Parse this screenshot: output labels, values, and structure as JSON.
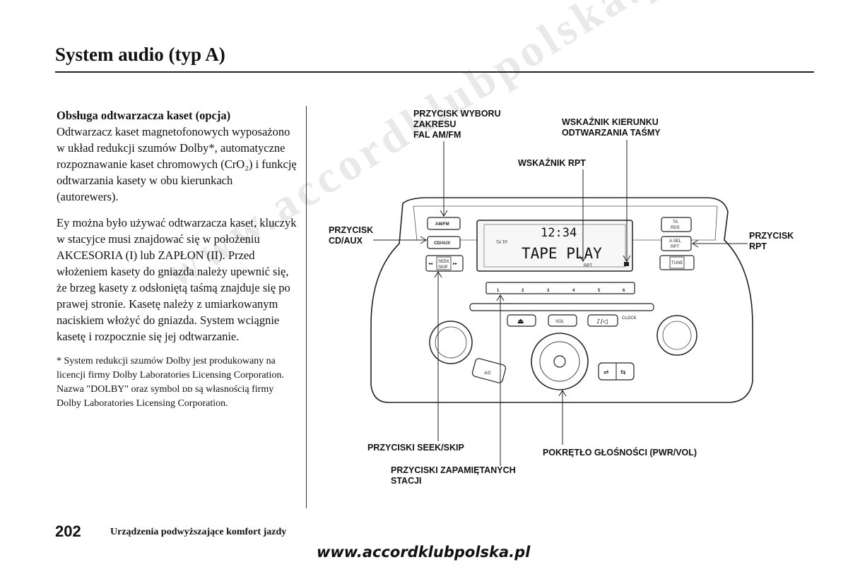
{
  "header": {
    "title": "System audio (typ A)"
  },
  "left_column": {
    "section_heading": "Obsługa odtwarzacza kaset (opcja)",
    "paragraph1": "Odtwarzacz kaset magnetofonowych wyposażono w układ redukcji szumów Dolby*, automatyczne rozpoznawanie kaset chromowych (CrO₂) i funkcję odtwarzania kasety w obu kierunkach (autorewers).",
    "paragraph2": "Ey można było używać odtwarzacza kaset, kluczyk w stacyjce musi znajdować się w położeniu AKCESORIA (I) lub ZAPŁON (II). Przed włożeniem kasety do gniazda należy upewnić się, że brzeg kasety z odsłoniętą taśmą znajduje się po prawej stronie. Kasetę należy z umiarkowanym naciskiem włożyć do gniazda. System wciągnie kasetę i rozpocznie się jej odtwarzanie.",
    "footnote": "* System redukcji szumów Dolby jest produkowany na licencji firmy Dolby Laboratories Licensing Corporation. Nazwa \"DOLBY\" oraz symbol ᴅᴅ są własnością firmy Dolby Laboratories Licensing Corporation."
  },
  "diagram": {
    "callouts": {
      "band_line1": "PRZYCISK WYBORU",
      "band_line2": "ZAKRESU",
      "band_line3": "FAL AM/FM",
      "direction_line1": "WSKAŹNIK KIERUNKU",
      "direction_line2": "ODTWARZANIA TAŚMY",
      "rpt_indicator": "WSKAŹNIK RPT",
      "cd_aux_line1": "PRZYCISK",
      "cd_aux_line2": "CD/AUX",
      "rpt_button_line1": "PRZYCISK",
      "rpt_button_line2": "RPT",
      "seek_skip": "PRZYCISKI SEEK/SKIP",
      "volume_knob": "POKRĘTŁO GŁOŚNOŚCI (PWR/VOL)",
      "presets_line1": "PRZYCISKI ZAPAMIĘTANYCH",
      "presets_line2": "STACJI"
    },
    "display": {
      "clock": "12:34",
      "main": "TAPE PLAY",
      "ta_tp": "TA TP",
      "rpt": "RPT"
    },
    "buttons": {
      "am_fm": "AM/FM",
      "cd_aux": "CD/AUX",
      "seek": "SEEK",
      "skip": "SKIP",
      "ta": "TA",
      "rds": "RDS",
      "a_sel": "A.SEL",
      "rpt": "RPT",
      "tune": "TUNE",
      "vol": "VOL",
      "clock": "CLOCK",
      "ac": "A/C",
      "presets": [
        "1",
        "2",
        "3",
        "4",
        "5",
        "6"
      ]
    }
  },
  "footer": {
    "page_number": "202",
    "section": "Urządzenia podwyższające komfort jazdy",
    "website": "www.accordklubpolska.pl"
  },
  "watermark": "www.accordklubpolska.pl"
}
